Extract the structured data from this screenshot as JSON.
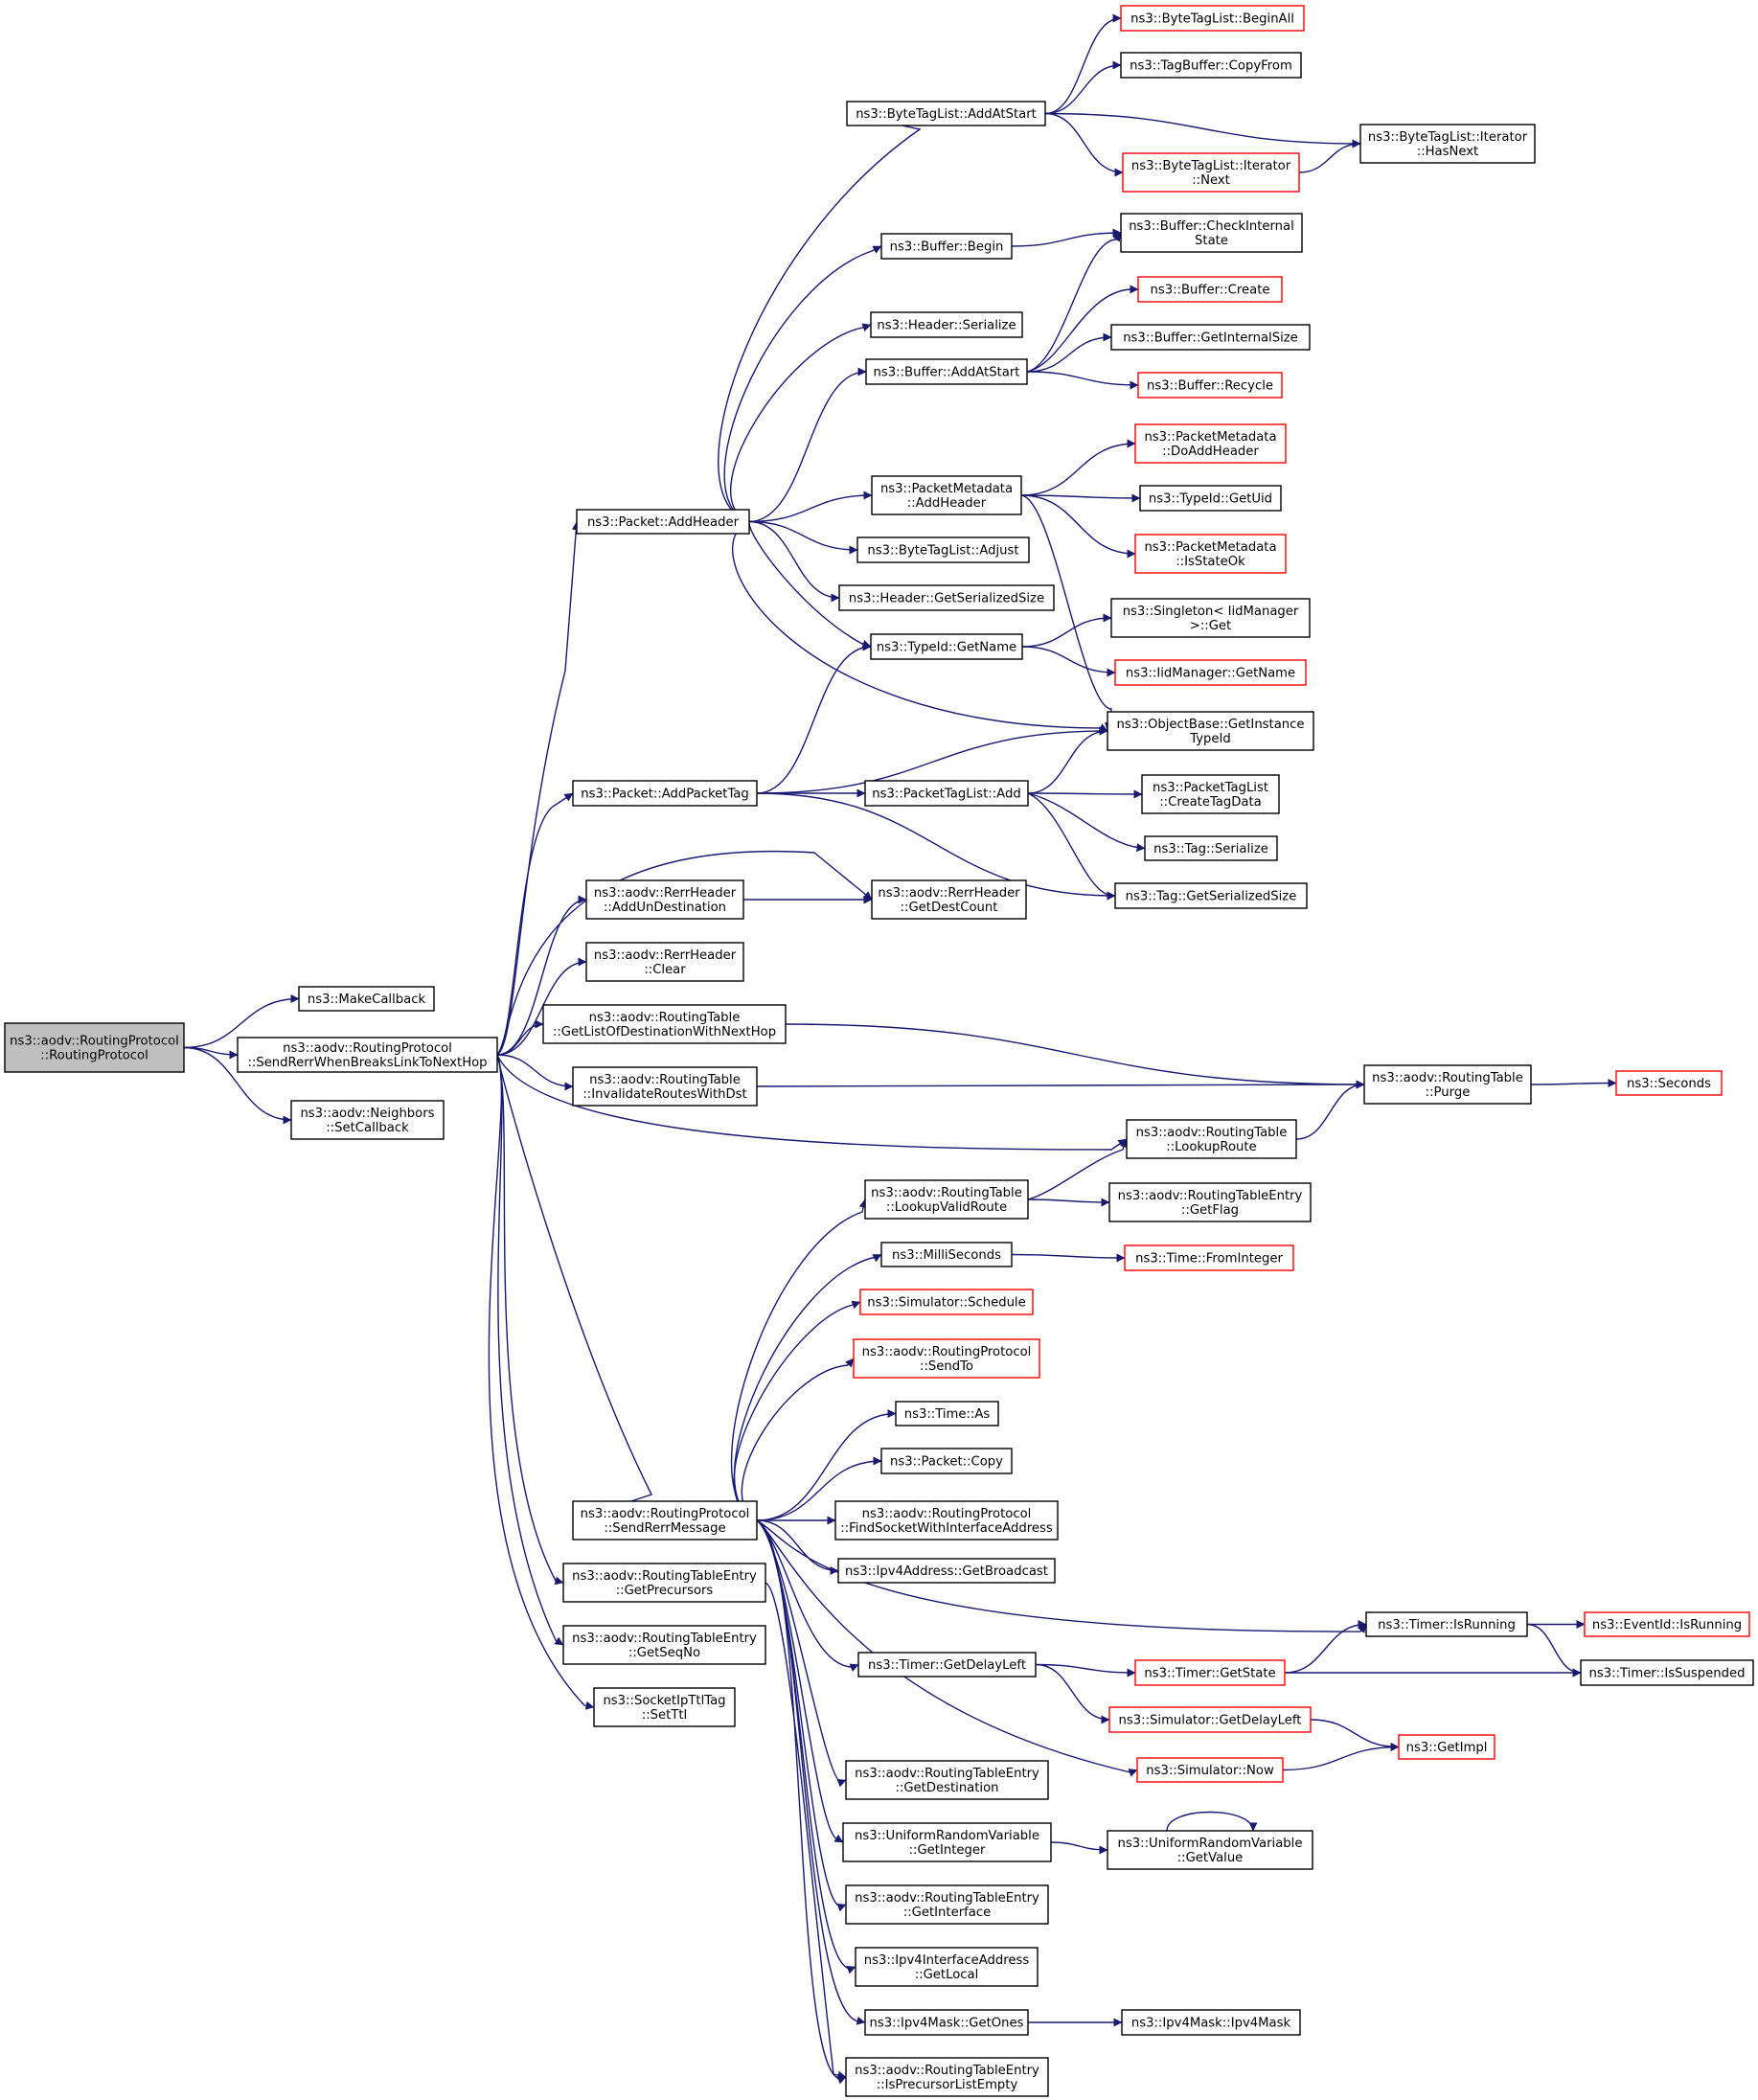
{
  "colors": {
    "edge": "#191970",
    "node_border": "#000000",
    "node_border_truncated": "#ff0000",
    "root_fill": "#bfbfbf",
    "node_fill": "#ffffff"
  },
  "nodes": [
    {
      "id": "root",
      "lines": [
        "ns3::aodv::RoutingProtocol",
        "::RoutingProtocol"
      ],
      "style": "root"
    },
    {
      "id": "makecb",
      "lines": [
        "ns3::MakeCallback"
      ],
      "style": "normal"
    },
    {
      "id": "srwbl",
      "lines": [
        "ns3::aodv::RoutingProtocol",
        "::SendRerrWhenBreaksLinkToNextHop"
      ],
      "style": "normal"
    },
    {
      "id": "nbcb",
      "lines": [
        "ns3::aodv::Neighbors",
        "::SetCallback"
      ],
      "style": "normal"
    },
    {
      "id": "addheader",
      "lines": [
        "ns3::Packet::AddHeader"
      ],
      "style": "normal"
    },
    {
      "id": "addpackettag",
      "lines": [
        "ns3::Packet::AddPacketTag"
      ],
      "style": "normal"
    },
    {
      "id": "rerradd",
      "lines": [
        "ns3::aodv::RerrHeader",
        "::AddUnDestination"
      ],
      "style": "normal"
    },
    {
      "id": "rerrclear",
      "lines": [
        "ns3::aodv::RerrHeader",
        "::Clear"
      ],
      "style": "normal"
    },
    {
      "id": "getlist",
      "lines": [
        "ns3::aodv::RoutingTable",
        "::GetListOfDestinationWithNextHop"
      ],
      "style": "normal"
    },
    {
      "id": "invalidate",
      "lines": [
        "ns3::aodv::RoutingTable",
        "::InvalidateRoutesWithDst"
      ],
      "style": "normal"
    },
    {
      "id": "sendrerrmsg",
      "lines": [
        "ns3::aodv::RoutingProtocol",
        "::SendRerrMessage"
      ],
      "style": "normal"
    },
    {
      "id": "getprecursors",
      "lines": [
        "ns3::aodv::RoutingTableEntry",
        "::GetPrecursors"
      ],
      "style": "normal"
    },
    {
      "id": "getseqno",
      "lines": [
        "ns3::aodv::RoutingTableEntry",
        "::GetSeqNo"
      ],
      "style": "normal"
    },
    {
      "id": "setttl",
      "lines": [
        "ns3::SocketIpTtlTag",
        "::SetTtl"
      ],
      "style": "normal"
    },
    {
      "id": "btladdatstart",
      "lines": [
        "ns3::ByteTagList::AddAtStart"
      ],
      "style": "normal"
    },
    {
      "id": "bufbegin",
      "lines": [
        "ns3::Buffer::Begin"
      ],
      "style": "normal"
    },
    {
      "id": "hdrserialize",
      "lines": [
        "ns3::Header::Serialize"
      ],
      "style": "normal"
    },
    {
      "id": "bufaddatstart",
      "lines": [
        "ns3::Buffer::AddAtStart"
      ],
      "style": "normal"
    },
    {
      "id": "pmaddheader",
      "lines": [
        "ns3::PacketMetadata",
        "::AddHeader"
      ],
      "style": "normal"
    },
    {
      "id": "btladjust",
      "lines": [
        "ns3::ByteTagList::Adjust"
      ],
      "style": "normal"
    },
    {
      "id": "hdrgetsize",
      "lines": [
        "ns3::Header::GetSerializedSize"
      ],
      "style": "normal"
    },
    {
      "id": "typeidgetname",
      "lines": [
        "ns3::TypeId::GetName"
      ],
      "style": "normal"
    },
    {
      "id": "ptladd",
      "lines": [
        "ns3::PacketTagList::Add"
      ],
      "style": "normal"
    },
    {
      "id": "rerrgetdest",
      "lines": [
        "ns3::aodv::RerrHeader",
        "::GetDestCount"
      ],
      "style": "normal"
    },
    {
      "id": "lookupvalid",
      "lines": [
        "ns3::aodv::RoutingTable",
        "::LookupValidRoute"
      ],
      "style": "normal"
    },
    {
      "id": "millisec",
      "lines": [
        "ns3::MilliSeconds"
      ],
      "style": "normal"
    },
    {
      "id": "simschedule",
      "lines": [
        "ns3::Simulator::Schedule"
      ],
      "style": "truncated"
    },
    {
      "id": "sendto",
      "lines": [
        "ns3::aodv::RoutingProtocol",
        "::SendTo"
      ],
      "style": "truncated"
    },
    {
      "id": "timeas",
      "lines": [
        "ns3::Time::As"
      ],
      "style": "normal"
    },
    {
      "id": "pktcopy",
      "lines": [
        "ns3::Packet::Copy"
      ],
      "style": "normal"
    },
    {
      "id": "findsocket",
      "lines": [
        "ns3::aodv::RoutingProtocol",
        "::FindSocketWithInterfaceAddress"
      ],
      "style": "normal"
    },
    {
      "id": "getbroadcast",
      "lines": [
        "ns3::Ipv4Address::GetBroadcast"
      ],
      "style": "normal"
    },
    {
      "id": "timergetdelay",
      "lines": [
        "ns3::Timer::GetDelayLeft"
      ],
      "style": "normal"
    },
    {
      "id": "getdestination",
      "lines": [
        "ns3::aodv::RoutingTableEntry",
        "::GetDestination"
      ],
      "style": "normal"
    },
    {
      "id": "urvgetint",
      "lines": [
        "ns3::UniformRandomVariable",
        "::GetInteger"
      ],
      "style": "normal"
    },
    {
      "id": "getinterface",
      "lines": [
        "ns3::aodv::RoutingTableEntry",
        "::GetInterface"
      ],
      "style": "normal"
    },
    {
      "id": "getlocal",
      "lines": [
        "ns3::Ipv4InterfaceAddress",
        "::GetLocal"
      ],
      "style": "normal"
    },
    {
      "id": "getones",
      "lines": [
        "ns3::Ipv4Mask::GetOnes"
      ],
      "style": "normal"
    },
    {
      "id": "precursorempty",
      "lines": [
        "ns3::aodv::RoutingTableEntry",
        "::IsPrecursorListEmpty"
      ],
      "style": "normal"
    },
    {
      "id": "btlbeginall",
      "lines": [
        "ns3::ByteTagList::BeginAll"
      ],
      "style": "truncated"
    },
    {
      "id": "tagbufcopy",
      "lines": [
        "ns3::TagBuffer::CopyFrom"
      ],
      "style": "normal"
    },
    {
      "id": "btlitnext",
      "lines": [
        "ns3::ByteTagList::Iterator",
        "::Next"
      ],
      "style": "truncated"
    },
    {
      "id": "btlithasnext",
      "lines": [
        "ns3::ByteTagList::Iterator",
        "::HasNext"
      ],
      "style": "normal"
    },
    {
      "id": "bufcheck",
      "lines": [
        "ns3::Buffer::CheckInternal",
        "State"
      ],
      "style": "normal"
    },
    {
      "id": "bufcreate",
      "lines": [
        "ns3::Buffer::Create"
      ],
      "style": "truncated"
    },
    {
      "id": "bufgetsize",
      "lines": [
        "ns3::Buffer::GetInternalSize"
      ],
      "style": "normal"
    },
    {
      "id": "bufrecycle",
      "lines": [
        "ns3::Buffer::Recycle"
      ],
      "style": "truncated"
    },
    {
      "id": "pmdoadd",
      "lines": [
        "ns3::PacketMetadata",
        "::DoAddHeader"
      ],
      "style": "truncated"
    },
    {
      "id": "typeidgetuid",
      "lines": [
        "ns3::TypeId::GetUid"
      ],
      "style": "normal"
    },
    {
      "id": "pmisstate",
      "lines": [
        "ns3::PacketMetadata",
        "::IsStateOk"
      ],
      "style": "truncated"
    },
    {
      "id": "singletonget",
      "lines": [
        "ns3::Singleton< IidManager",
        ">::Get"
      ],
      "style": "normal"
    },
    {
      "id": "iidgetname",
      "lines": [
        "ns3::IidManager::GetName"
      ],
      "style": "truncated"
    },
    {
      "id": "objgettid",
      "lines": [
        "ns3::ObjectBase::GetInstance",
        "TypeId"
      ],
      "style": "normal"
    },
    {
      "id": "ptlcreate",
      "lines": [
        "ns3::PacketTagList",
        "::CreateTagData"
      ],
      "style": "normal"
    },
    {
      "id": "tagserialize",
      "lines": [
        "ns3::Tag::Serialize"
      ],
      "style": "normal"
    },
    {
      "id": "taggetsize",
      "lines": [
        "ns3::Tag::GetSerializedSize"
      ],
      "style": "normal"
    },
    {
      "id": "rtpurge",
      "lines": [
        "ns3::aodv::RoutingTable",
        "::Purge"
      ],
      "style": "normal"
    },
    {
      "id": "seconds",
      "lines": [
        "ns3::Seconds"
      ],
      "style": "truncated"
    },
    {
      "id": "lookuproute",
      "lines": [
        "ns3::aodv::RoutingTable",
        "::LookupRoute"
      ],
      "style": "normal"
    },
    {
      "id": "getflag",
      "lines": [
        "ns3::aodv::RoutingTableEntry",
        "::GetFlag"
      ],
      "style": "normal"
    },
    {
      "id": "fromint",
      "lines": [
        "ns3::Time::FromInteger"
      ],
      "style": "truncated"
    },
    {
      "id": "timerisrunning",
      "lines": [
        "ns3::Timer::IsRunning"
      ],
      "style": "normal"
    },
    {
      "id": "eventisrunning",
      "lines": [
        "ns3::EventId::IsRunning"
      ],
      "style": "truncated"
    },
    {
      "id": "timergetstate",
      "lines": [
        "ns3::Timer::GetState"
      ],
      "style": "truncated"
    },
    {
      "id": "timerissuspended",
      "lines": [
        "ns3::Timer::IsSuspended"
      ],
      "style": "normal"
    },
    {
      "id": "simgetdelay",
      "lines": [
        "ns3::Simulator::GetDelayLeft"
      ],
      "style": "truncated"
    },
    {
      "id": "getimpl",
      "lines": [
        "ns3::GetImpl"
      ],
      "style": "truncated"
    },
    {
      "id": "simnow",
      "lines": [
        "ns3::Simulator::Now"
      ],
      "style": "truncated"
    },
    {
      "id": "urvgetvalue",
      "lines": [
        "ns3::UniformRandomVariable",
        "::GetValue"
      ],
      "style": "normal"
    },
    {
      "id": "ipv4mask",
      "lines": [
        "ns3::Ipv4Mask::Ipv4Mask"
      ],
      "style": "normal"
    }
  ],
  "edges": [
    [
      "root",
      "makecb"
    ],
    [
      "root",
      "srwbl"
    ],
    [
      "root",
      "nbcb"
    ],
    [
      "srwbl",
      "addheader"
    ],
    [
      "srwbl",
      "addpackettag"
    ],
    [
      "srwbl",
      "rerrgetdest"
    ],
    [
      "srwbl",
      "rerradd"
    ],
    [
      "srwbl",
      "rerrclear"
    ],
    [
      "srwbl",
      "getlist"
    ],
    [
      "srwbl",
      "invalidate"
    ],
    [
      "srwbl",
      "lookuproute"
    ],
    [
      "srwbl",
      "sendrerrmsg"
    ],
    [
      "srwbl",
      "getprecursors"
    ],
    [
      "srwbl",
      "getseqno"
    ],
    [
      "srwbl",
      "setttl"
    ],
    [
      "addheader",
      "btladdatstart"
    ],
    [
      "addheader",
      "bufbegin"
    ],
    [
      "addheader",
      "hdrserialize"
    ],
    [
      "addheader",
      "bufaddatstart"
    ],
    [
      "addheader",
      "pmaddheader"
    ],
    [
      "addheader",
      "btladjust"
    ],
    [
      "addheader",
      "hdrgetsize"
    ],
    [
      "addheader",
      "typeidgetname"
    ],
    [
      "addheader",
      "objgettid"
    ],
    [
      "btladdatstart",
      "btlbeginall"
    ],
    [
      "btladdatstart",
      "tagbufcopy"
    ],
    [
      "btladdatstart",
      "btlithasnext"
    ],
    [
      "btladdatstart",
      "btlitnext"
    ],
    [
      "btlitnext",
      "btlithasnext"
    ],
    [
      "bufbegin",
      "bufcheck"
    ],
    [
      "bufaddatstart",
      "bufcheck"
    ],
    [
      "bufaddatstart",
      "bufcreate"
    ],
    [
      "bufaddatstart",
      "bufgetsize"
    ],
    [
      "bufaddatstart",
      "bufrecycle"
    ],
    [
      "pmaddheader",
      "pmdoadd"
    ],
    [
      "pmaddheader",
      "typeidgetuid"
    ],
    [
      "pmaddheader",
      "pmisstate"
    ],
    [
      "pmaddheader",
      "objgettid"
    ],
    [
      "typeidgetname",
      "singletonget"
    ],
    [
      "typeidgetname",
      "iidgetname"
    ],
    [
      "addpackettag",
      "typeidgetname"
    ],
    [
      "addpackettag",
      "objgettid"
    ],
    [
      "addpackettag",
      "ptladd"
    ],
    [
      "addpackettag",
      "taggetsize"
    ],
    [
      "ptladd",
      "objgettid"
    ],
    [
      "ptladd",
      "ptlcreate"
    ],
    [
      "ptladd",
      "tagserialize"
    ],
    [
      "ptladd",
      "taggetsize"
    ],
    [
      "rerradd",
      "rerrgetdest"
    ],
    [
      "getlist",
      "rtpurge"
    ],
    [
      "invalidate",
      "rtpurge"
    ],
    [
      "lookuproute",
      "rtpurge"
    ],
    [
      "rtpurge",
      "seconds"
    ],
    [
      "sendrerrmsg",
      "lookupvalid"
    ],
    [
      "sendrerrmsg",
      "millisec"
    ],
    [
      "sendrerrmsg",
      "simschedule"
    ],
    [
      "sendrerrmsg",
      "sendto"
    ],
    [
      "sendrerrmsg",
      "timeas"
    ],
    [
      "sendrerrmsg",
      "pktcopy"
    ],
    [
      "sendrerrmsg",
      "findsocket"
    ],
    [
      "sendrerrmsg",
      "getbroadcast"
    ],
    [
      "sendrerrmsg",
      "timerisrunning"
    ],
    [
      "sendrerrmsg",
      "timergetdelay"
    ],
    [
      "sendrerrmsg",
      "simnow"
    ],
    [
      "sendrerrmsg",
      "getdestination"
    ],
    [
      "sendrerrmsg",
      "urvgetint"
    ],
    [
      "sendrerrmsg",
      "getinterface"
    ],
    [
      "sendrerrmsg",
      "getlocal"
    ],
    [
      "sendrerrmsg",
      "getones"
    ],
    [
      "sendrerrmsg",
      "precursorempty"
    ],
    [
      "lookupvalid",
      "lookuproute"
    ],
    [
      "lookupvalid",
      "getflag"
    ],
    [
      "millisec",
      "fromint"
    ],
    [
      "timerisrunning",
      "eventisrunning"
    ],
    [
      "timerisrunning",
      "timerissuspended"
    ],
    [
      "timergetdelay",
      "timergetstate"
    ],
    [
      "timergetdelay",
      "simgetdelay"
    ],
    [
      "timergetstate",
      "timerisrunning"
    ],
    [
      "timergetstate",
      "timerissuspended"
    ],
    [
      "simgetdelay",
      "getimpl"
    ],
    [
      "simnow",
      "getimpl"
    ],
    [
      "urvgetint",
      "urvgetvalue"
    ],
    [
      "urvgetvalue",
      "urvgetvalue"
    ],
    [
      "getones",
      "ipv4mask"
    ],
    [
      "getprecursors",
      "precursorempty"
    ]
  ]
}
